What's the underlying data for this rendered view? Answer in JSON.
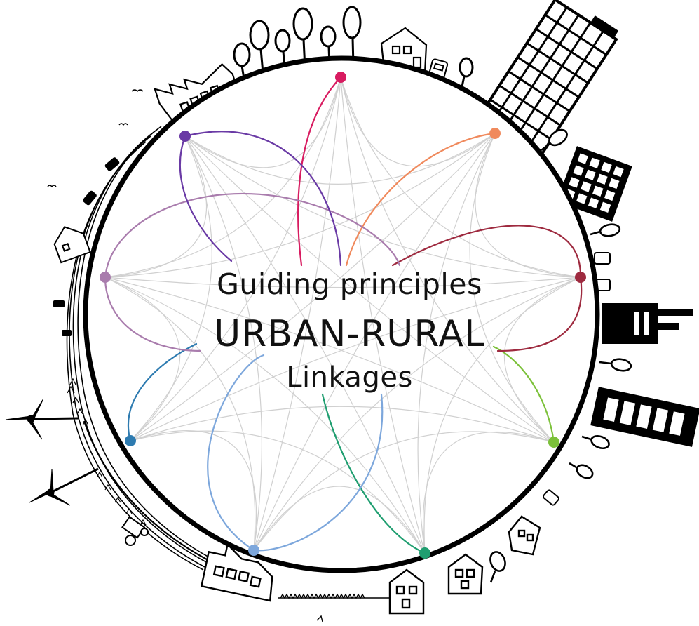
{
  "title": {
    "line1": "Guiding principles",
    "line2": "URBAN-RURAL",
    "line3": "Linkages"
  },
  "colors": {
    "ring": "#000000",
    "web": "#d0d0d0",
    "nodes": [
      "#d81b60",
      "#f08a5d",
      "#9e2a3f",
      "#7cc13a",
      "#1f9e70",
      "#7da7dc",
      "#2e7bb0",
      "#a97cad",
      "#6a3aa5"
    ]
  },
  "icons": {
    "left": [
      "bird-icon",
      "car-icon",
      "house-icon",
      "tractor-icon",
      "wind-turbine-icon",
      "wind-turbine-icon"
    ],
    "top": [
      "factory-icon",
      "tree-icon",
      "house-icon",
      "car-icon"
    ],
    "right": [
      "skyscraper-icon",
      "tree-icon",
      "office-building-icon",
      "car-icon",
      "industrial-building-icon",
      "apartment-block-icon"
    ],
    "bottom": [
      "house-icon",
      "factory-icon",
      "hedge-icon"
    ]
  }
}
